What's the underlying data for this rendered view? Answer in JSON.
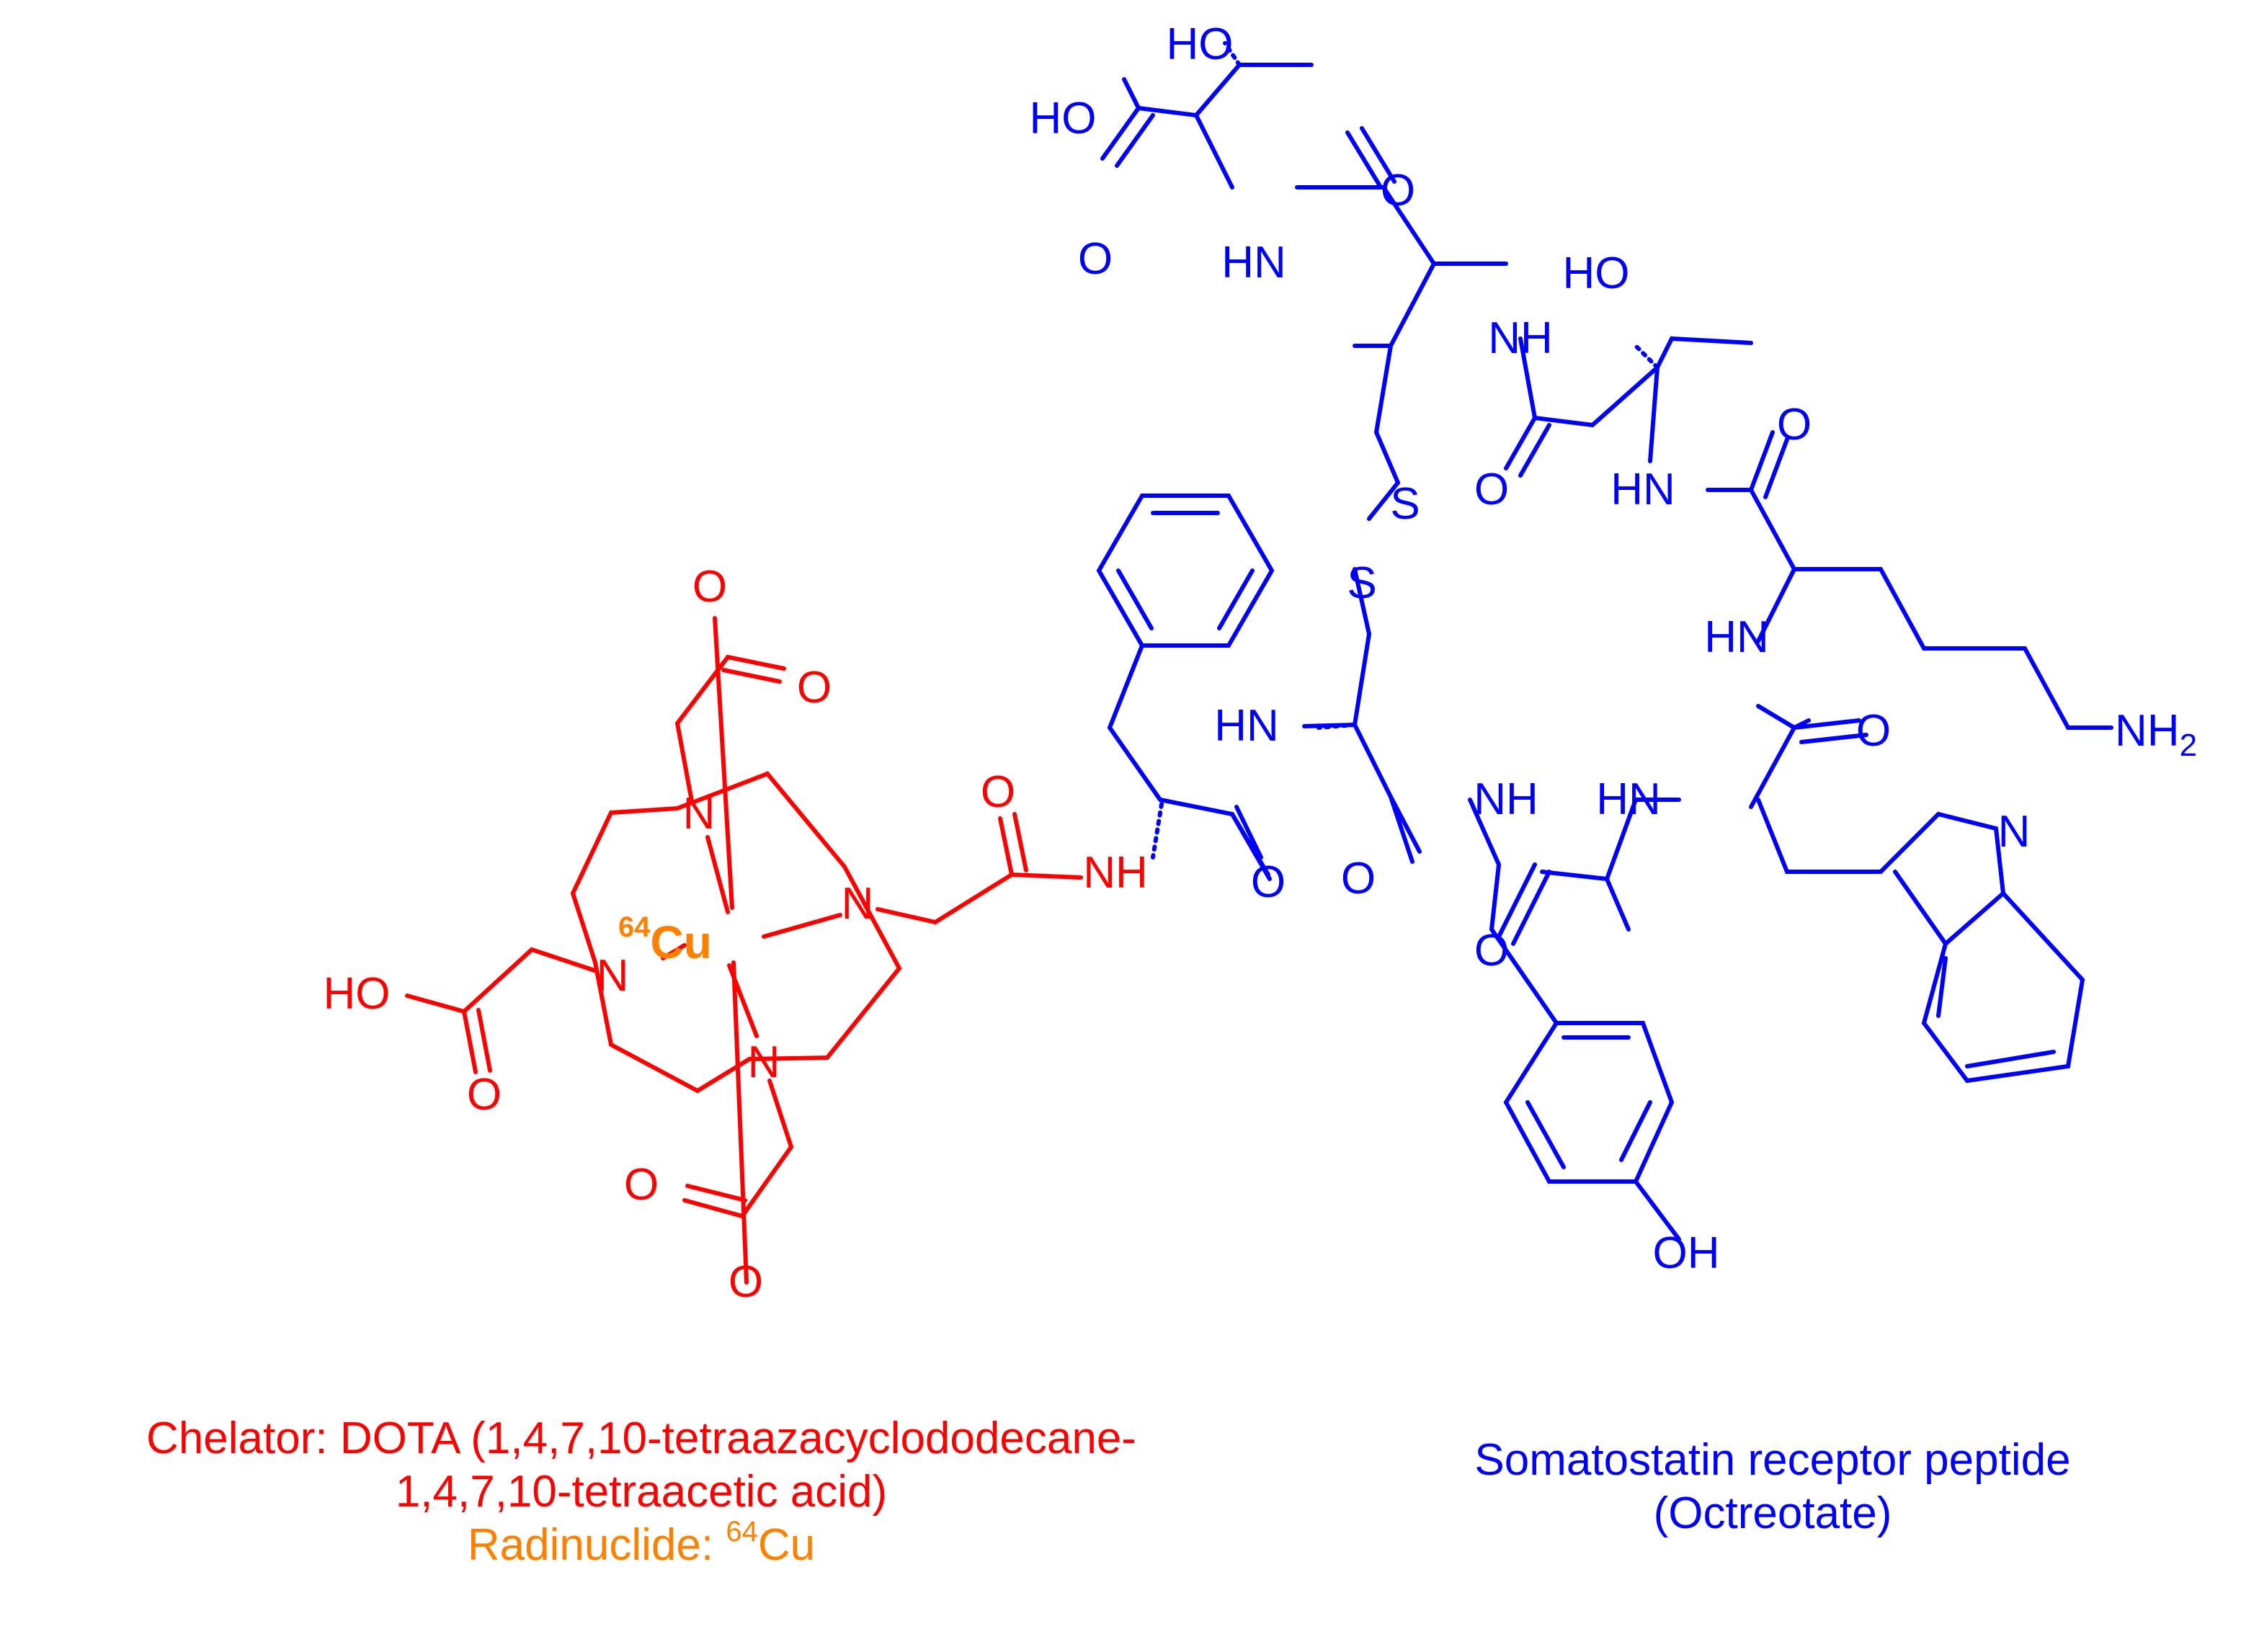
{
  "colors": {
    "chelator": "#ff0000",
    "radionuclide": "#ff8000",
    "peptide": "#0000ff",
    "background": "#ffffff"
  },
  "atoms": {
    "oh": "OH",
    "ho": "HO",
    "hn": "HN",
    "nh": "NH",
    "n": "N",
    "o": "O",
    "s": "S",
    "nh2_main": "NH",
    "nh2_sub": "2",
    "cu_mass": "64",
    "cu_symbol": "Cu"
  },
  "captions": {
    "chelator_line1": "Chelator: DOTA (1,4,7,10-tetraazacyclododecane-",
    "chelator_line2": "1,4,7,10-tetraacetic acid)",
    "radionuclide_label": "Radinuclide: ",
    "radionuclide_mass": "64",
    "radionuclide_symbol": "Cu",
    "peptide_line1": "Somatostatin receptor peptide",
    "peptide_line2": "(Octreotate)"
  }
}
